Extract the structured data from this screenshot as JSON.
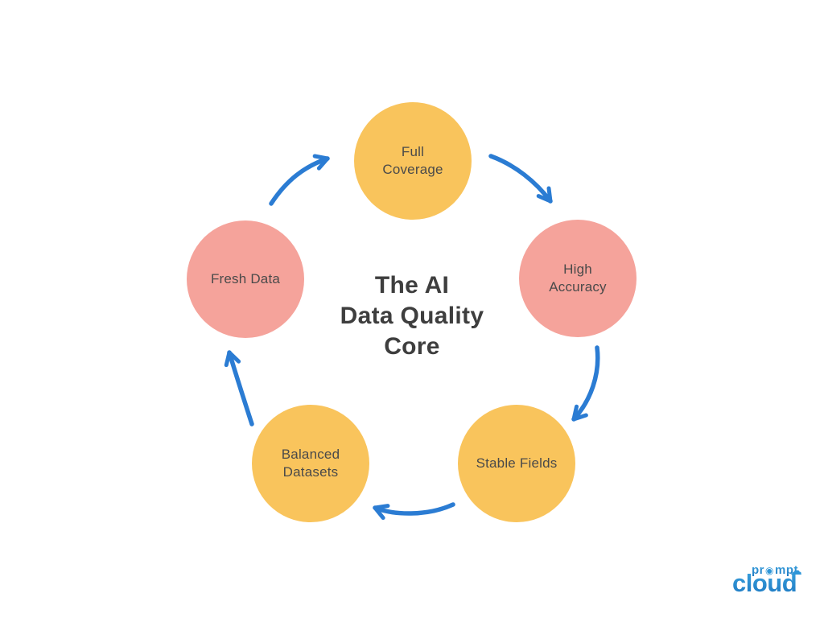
{
  "title": {
    "text": "The AI\nData Quality\nCore"
  },
  "nodes": [
    {
      "id": "full-coverage",
      "label": "Full\nCoverage",
      "color": "#F9C45C"
    },
    {
      "id": "high-accuracy",
      "label": "High\nAccuracy",
      "color": "#F5A39B"
    },
    {
      "id": "stable-fields",
      "label": "Stable Fields",
      "color": "#F9C45C"
    },
    {
      "id": "balanced-datasets",
      "label": "Balanced\nDatasets",
      "color": "#F9C45C"
    },
    {
      "id": "fresh-data",
      "label": "Fresh Data",
      "color": "#F5A39B"
    }
  ],
  "arrows": [
    {
      "from": "Fresh Data",
      "to": "Full Coverage"
    },
    {
      "from": "Full Coverage",
      "to": "High Accuracy"
    },
    {
      "from": "High Accuracy",
      "to": "Stable Fields"
    },
    {
      "from": "Stable Fields",
      "to": "Balanced Datasets"
    },
    {
      "from": "Balanced Datasets",
      "to": "Fresh Data"
    }
  ],
  "logo": {
    "prompt_pre": "pr",
    "prompt_post": "mpt",
    "cloud_text": "cloud"
  },
  "theme": {
    "arrow_color": "#2B7CD3",
    "title_color": "#3E3E3E",
    "label_color": "#4A4A4A",
    "node_yellow": "#F9C45C",
    "node_pink": "#F5A39B",
    "logo_blue": "#2E96D8",
    "background": "#FFFFFF"
  }
}
